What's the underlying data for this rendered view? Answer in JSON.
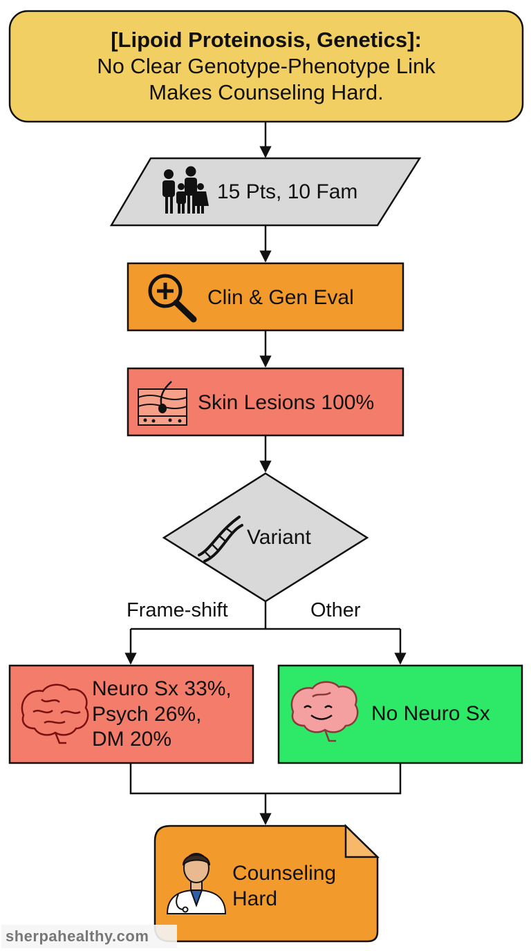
{
  "title": {
    "line1": "[Lipoid Proteinosis, Genetics]:",
    "line2": "No Clear Genotype-Phenotype Link",
    "line3": "Makes Counseling Hard."
  },
  "nodes": {
    "patients": {
      "label": "15 Pts, 10 Fam",
      "icon": "family-icon"
    },
    "evaluation": {
      "label": "Clin & Gen Eval",
      "icon": "magnifier-plus-icon"
    },
    "skin": {
      "label": "Skin Lesions 100%",
      "icon": "skin-layers-icon"
    },
    "variant": {
      "label": "Variant",
      "icon": "dna-icon"
    },
    "neuro": {
      "line1": "Neuro Sx 33%,",
      "line2": "Psych 26%,",
      "line3": "DM 20%",
      "icon": "brain-icon"
    },
    "no_neuro": {
      "label": "No Neuro Sx",
      "icon": "happy-brain-icon"
    },
    "counseling": {
      "line1": "Counseling",
      "line2": "Hard",
      "icon": "doctor-icon"
    }
  },
  "branches": {
    "left": "Frame-shift",
    "right": "Other"
  },
  "watermark": "sherpahealthy.com",
  "colors": {
    "title_fill": "#F2CF63",
    "input_fill": "#D9D9D9",
    "process_fill": "#F39A2D",
    "red_fill": "#F47C6A",
    "green_fill": "#2EE868",
    "decision_fill": "#D9D9D9"
  }
}
